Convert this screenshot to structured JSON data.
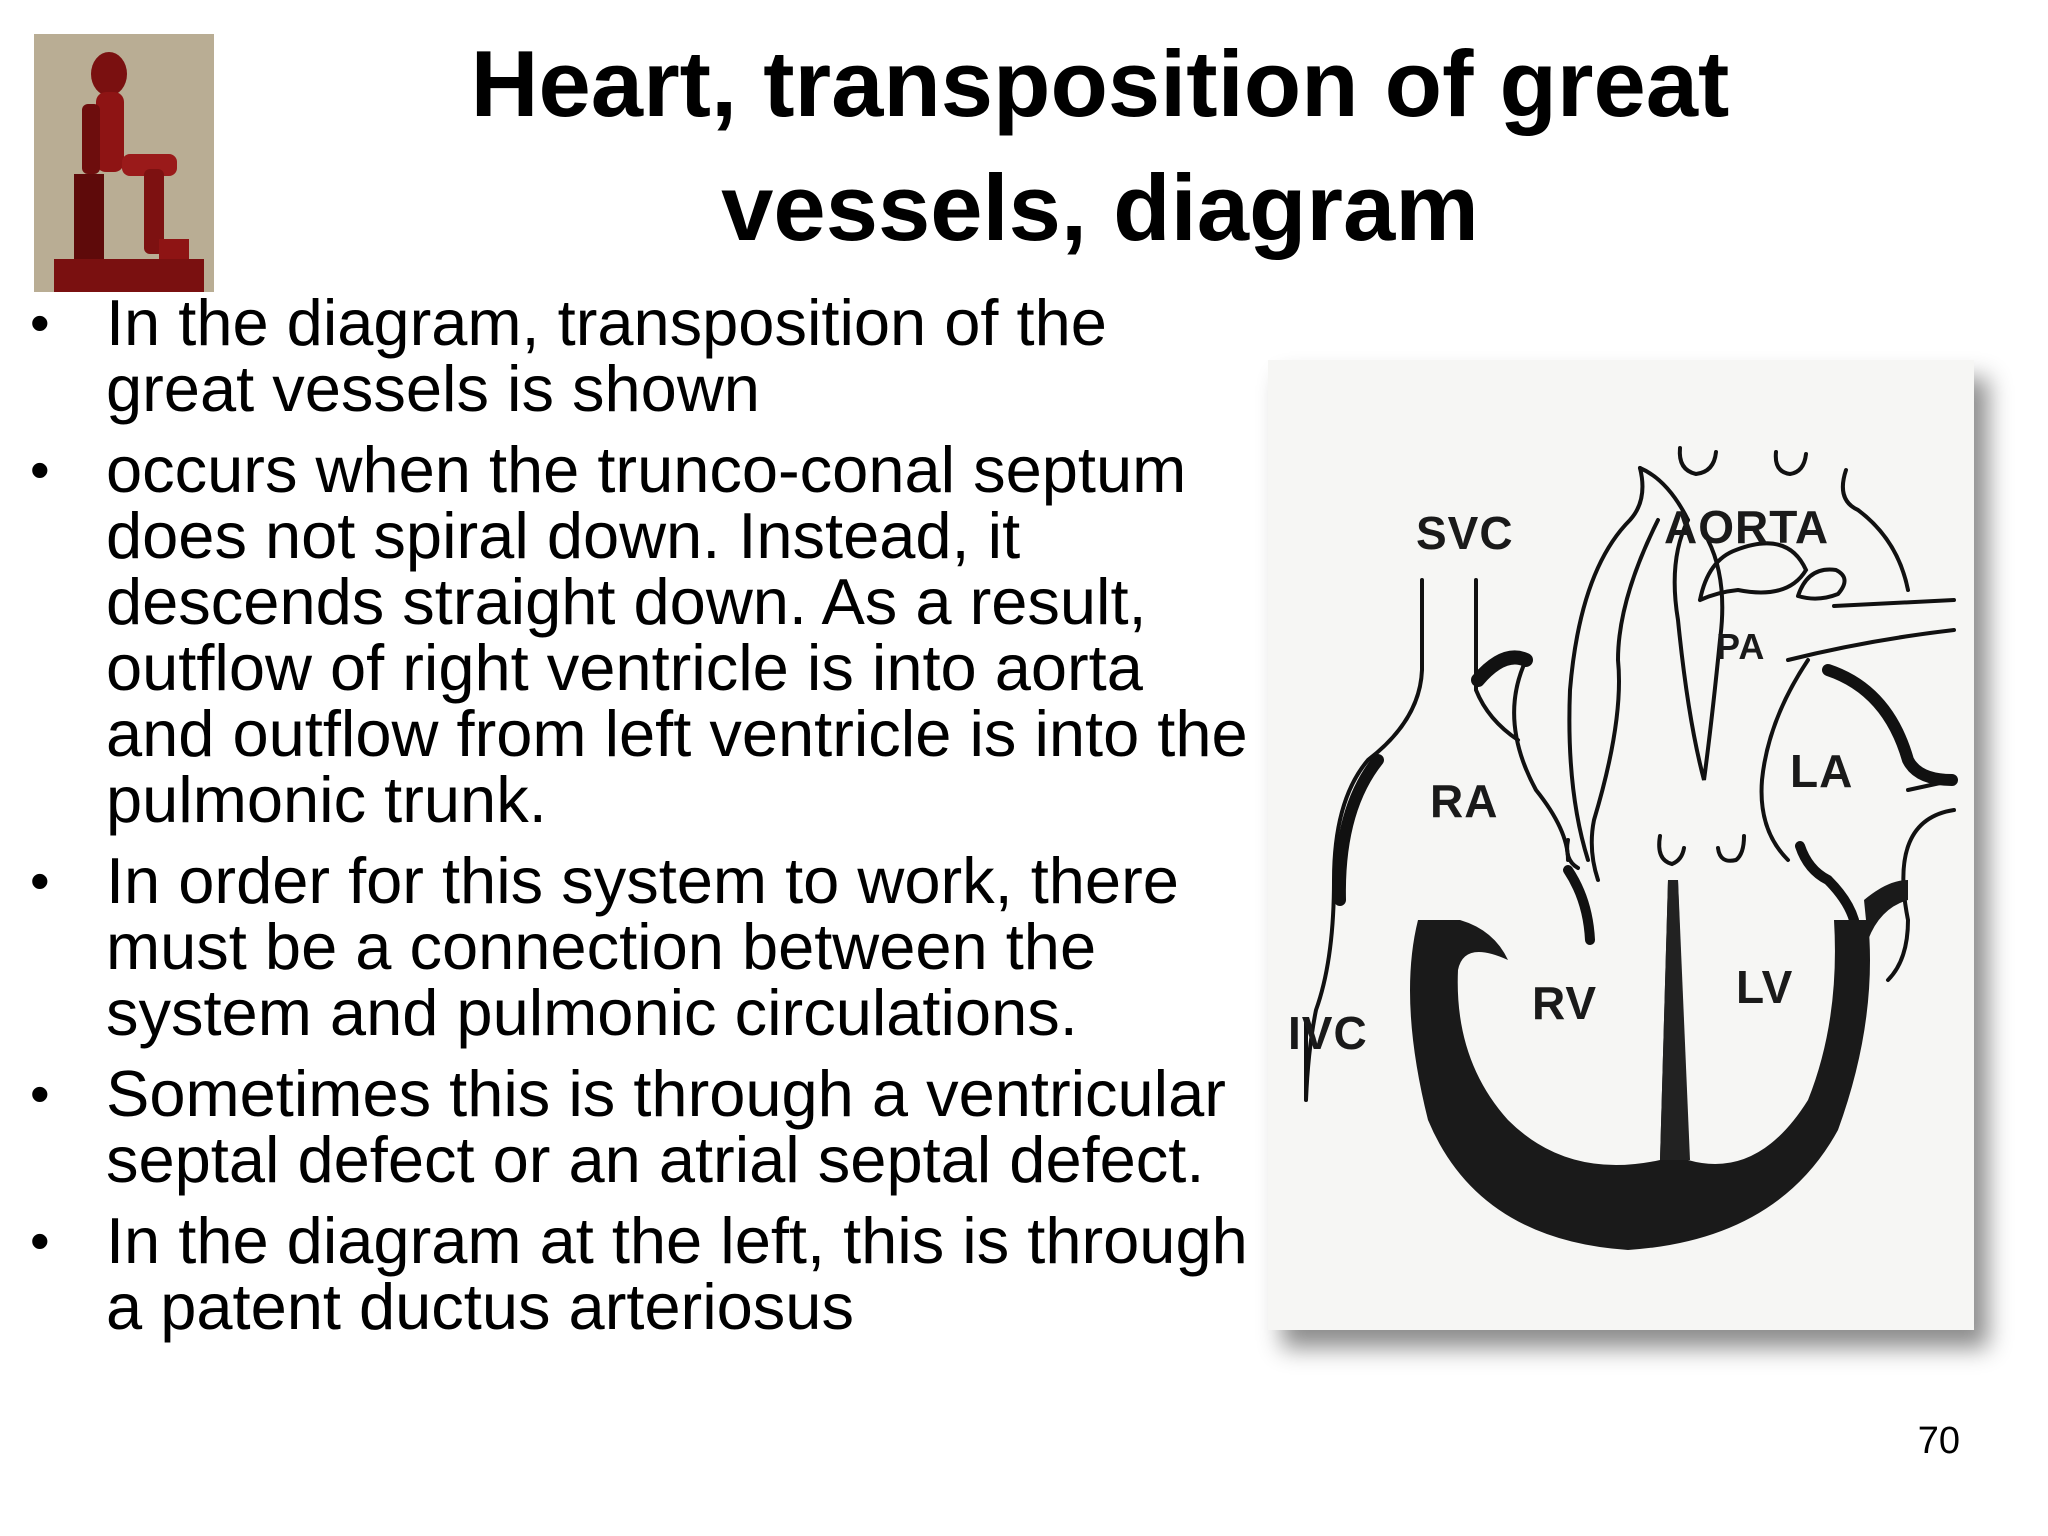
{
  "slide": {
    "title": "Heart, transposition of great vessels, diagram",
    "page_number": "70",
    "bullets": [
      "In the diagram, transposition of the great vessels is shown",
      "occurs when the trunco-conal septum does not spiral down. Instead, it descends straight down. As a result, outflow of right ventricle is into aorta and outflow from left ventricle is into the pulmonic trunk.",
      "In order for this system to work, there must be a connection between the system and pulmonic circulations.",
      "Sometimes this is through a ventricular septal defect or an atrial septal defect.",
      "In the diagram at the left, this is through a patent ductus arteriosus"
    ],
    "bullet_glyph": "•"
  },
  "diagram": {
    "labels": {
      "svc": "SVC",
      "aorta": "AORTA",
      "pa": "PA",
      "ra": "RA",
      "la": "LA",
      "rv": "RV",
      "lv": "LV",
      "ivc": "IVC"
    }
  }
}
